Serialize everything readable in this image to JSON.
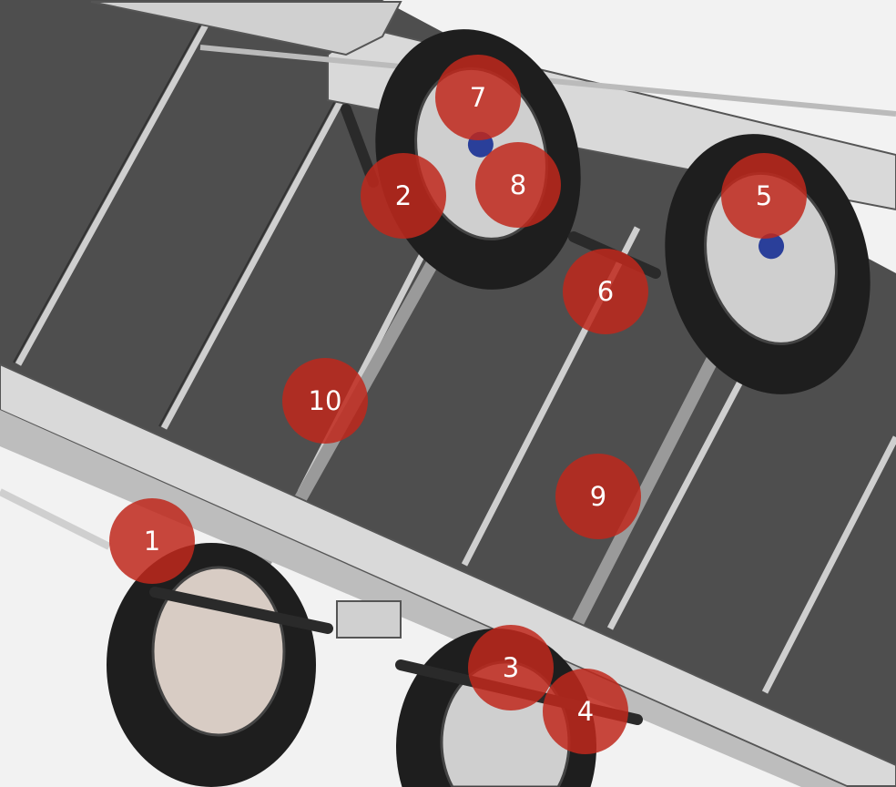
{
  "hotspots": [
    {
      "label": "1"
    },
    {
      "label": "2"
    },
    {
      "label": "3"
    },
    {
      "label": "4"
    },
    {
      "label": "5"
    },
    {
      "label": "6"
    },
    {
      "label": "7"
    },
    {
      "label": "8"
    },
    {
      "label": "9"
    },
    {
      "label": "10"
    }
  ],
  "colors": {
    "hotspot": "#c0281c",
    "deck": "#4e4e4e",
    "frame": "#d8d8d8"
  }
}
